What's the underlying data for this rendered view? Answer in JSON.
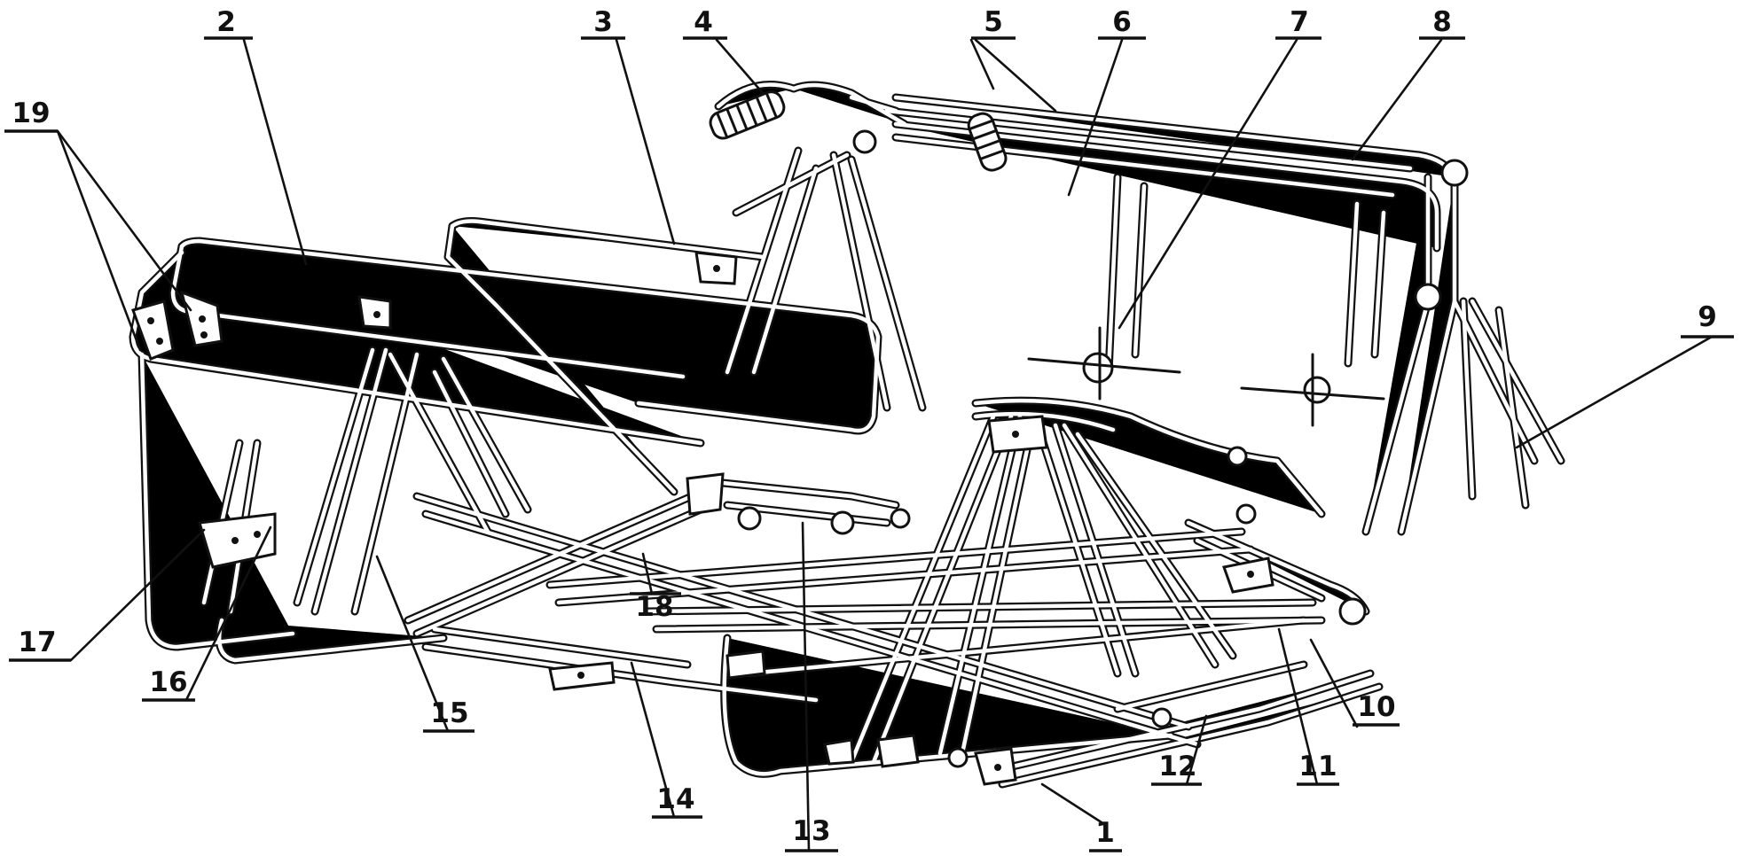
{
  "diagram": {
    "callouts": [
      {
        "label": "1"
      },
      {
        "label": "2"
      },
      {
        "label": "3"
      },
      {
        "label": "4"
      },
      {
        "label": "5"
      },
      {
        "label": "6"
      },
      {
        "label": "7"
      },
      {
        "label": "8"
      },
      {
        "label": "9"
      },
      {
        "label": "10"
      },
      {
        "label": "11"
      },
      {
        "label": "12"
      },
      {
        "label": "13"
      },
      {
        "label": "14"
      },
      {
        "label": "15"
      },
      {
        "label": "16"
      },
      {
        "label": "17"
      },
      {
        "label": "18"
      },
      {
        "label": "19"
      }
    ]
  }
}
